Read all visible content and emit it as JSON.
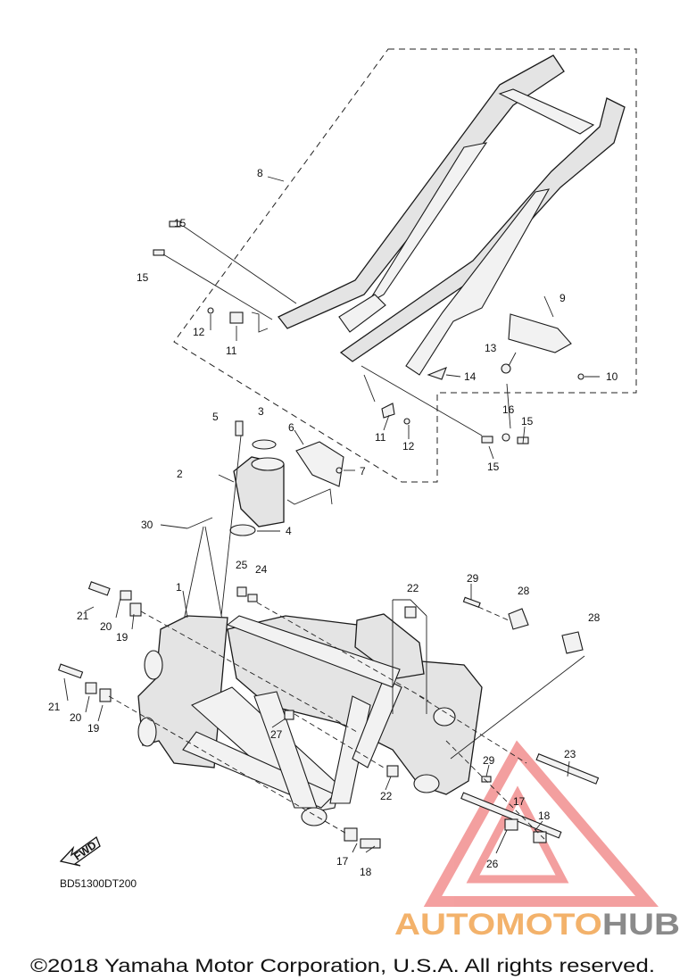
{
  "diagram": {
    "code": "BD51300DT200",
    "fwd_label": "FWD",
    "copyright": "©2018 Yamaha Motor Corporation, U.S.A. All rights reserved.",
    "watermark": {
      "part1": "AUTO",
      "part2": "MOTO",
      "part3": "HUB",
      "color_orange": "#f3b26b",
      "color_gray": "#8a8a8a",
      "color_triangle": "#f08080"
    },
    "callouts": [
      "8",
      "15",
      "15",
      "12",
      "11",
      "9",
      "13",
      "10",
      "14",
      "11",
      "12",
      "16",
      "15",
      "15",
      "5",
      "3",
      "6",
      "2",
      "7",
      "30",
      "4",
      "25",
      "24",
      "1",
      "21",
      "20",
      "19",
      "22",
      "29",
      "28",
      "28",
      "21",
      "20",
      "19",
      "27",
      "29",
      "22",
      "23",
      "17",
      "18",
      "26",
      "17",
      "18"
    ]
  }
}
